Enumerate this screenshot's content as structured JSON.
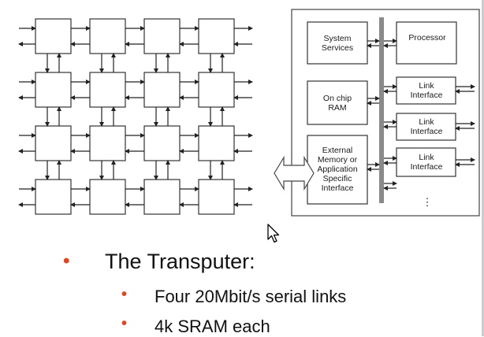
{
  "diagram": {
    "blocks": {
      "system_services": "System\nServices",
      "processor": "Processor",
      "on_chip_ram": "On chip\nRAM",
      "external_interface": "External\nMemory or\nApplication\nSpecific\nInterface",
      "link_1": "Link\nInterface",
      "link_2": "Link\nInterface",
      "link_3": "Link\nInterface"
    },
    "grid": {
      "rows": 4,
      "cols": 4
    },
    "ellipsis": "⋮"
  },
  "bullets": {
    "main": {
      "text": "The Transputer:"
    },
    "sub": [
      {
        "text": "Four 20Mbit/s serial links"
      },
      {
        "text": "4k SRAM each"
      }
    ]
  },
  "colors": {
    "bullet": "#e8421a",
    "bus": "#8a8a8a",
    "line": "#222222"
  },
  "icons": {
    "cursor": "mouse-pointer-icon"
  }
}
